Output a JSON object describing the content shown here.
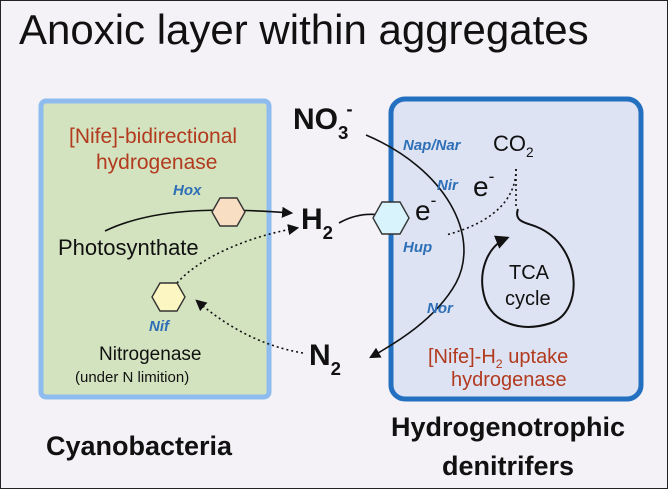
{
  "title": "Anoxic layer within aggregates",
  "cyanobacteria": {
    "bidirectional_line1": "[Nife]-bidirectional",
    "bidirectional_line2": "hydrogenase",
    "hox": "Hox",
    "photosynthate": "Photosynthate",
    "nif": "Nif",
    "nitrogenase": "Nitrogenase",
    "nitrogenase_note": "(under N limition)",
    "caption": "Cyanobacteria"
  },
  "center": {
    "no3_base": "NO",
    "no3_sub": "3",
    "no3_sup": "-",
    "h2_base": "H",
    "h2_sub": "2",
    "n2_base": "N",
    "n2_sub": "2"
  },
  "denitrifiers": {
    "nap_nar": "Nap/Nar",
    "nir": "Nir",
    "nor": "Nor",
    "hup": "Hup",
    "co2_base": "CO",
    "co2_sub": "2",
    "electron": "e",
    "electron_sup": "-",
    "tca_line1": "TCA",
    "tca_line2": "cycle",
    "uptake_line1_a": "[Nife]-H",
    "uptake_line1_sub": "2",
    "uptake_line1_b": " uptake",
    "uptake_line2": "hydrogenase",
    "caption_line1": "Hydrogenotrophic",
    "caption_line2": "denitrifers"
  },
  "colors": {
    "cyano_fill": "#d3e3bf",
    "cyano_border": "#8fbcee",
    "denit_fill": "#dde3f3",
    "denit_border": "#2370c0",
    "hox_hexagon": "#f8dfc4",
    "nif_hexagon": "#fbf6c2",
    "hup_hexagon": "#d8f3fb",
    "enzyme_label": "#2e6fb7",
    "hydrogenase_label": "#b23a1e"
  }
}
